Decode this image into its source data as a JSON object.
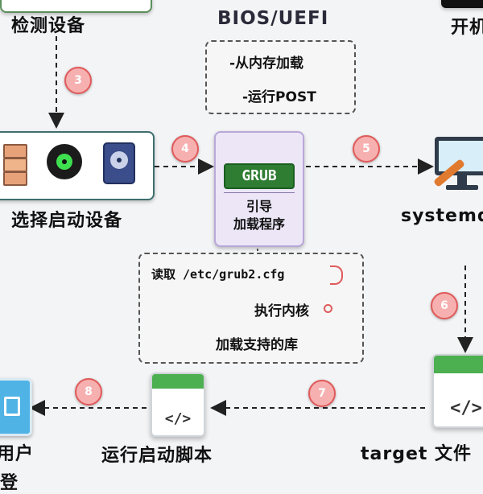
{
  "nodes": {
    "detect": "检测设备",
    "bios": "BIOS/UEFI",
    "power": "开机",
    "select_boot": "选择启动设备",
    "grub_badge": "GRUB",
    "grub_line1": "引导",
    "grub_line2": "加载程序",
    "systemd": "systemd",
    "target": "target 文件",
    "run_scripts": "运行启动脚本",
    "user": "用户",
    "user_cont": "登"
  },
  "bios_notes": [
    "-从内存加载",
    "-运行POST"
  ],
  "grub_notes": [
    "读取 /etc/grub2.cfg",
    "执行内核",
    "加载支持的库"
  ],
  "steps": [
    "3",
    "4",
    "5",
    "6",
    "7",
    "8"
  ],
  "file_code": "</>",
  "colors": {
    "accent": "#4caf50",
    "badge": "#e05a5a",
    "grub_box": "#ece6f7"
  }
}
